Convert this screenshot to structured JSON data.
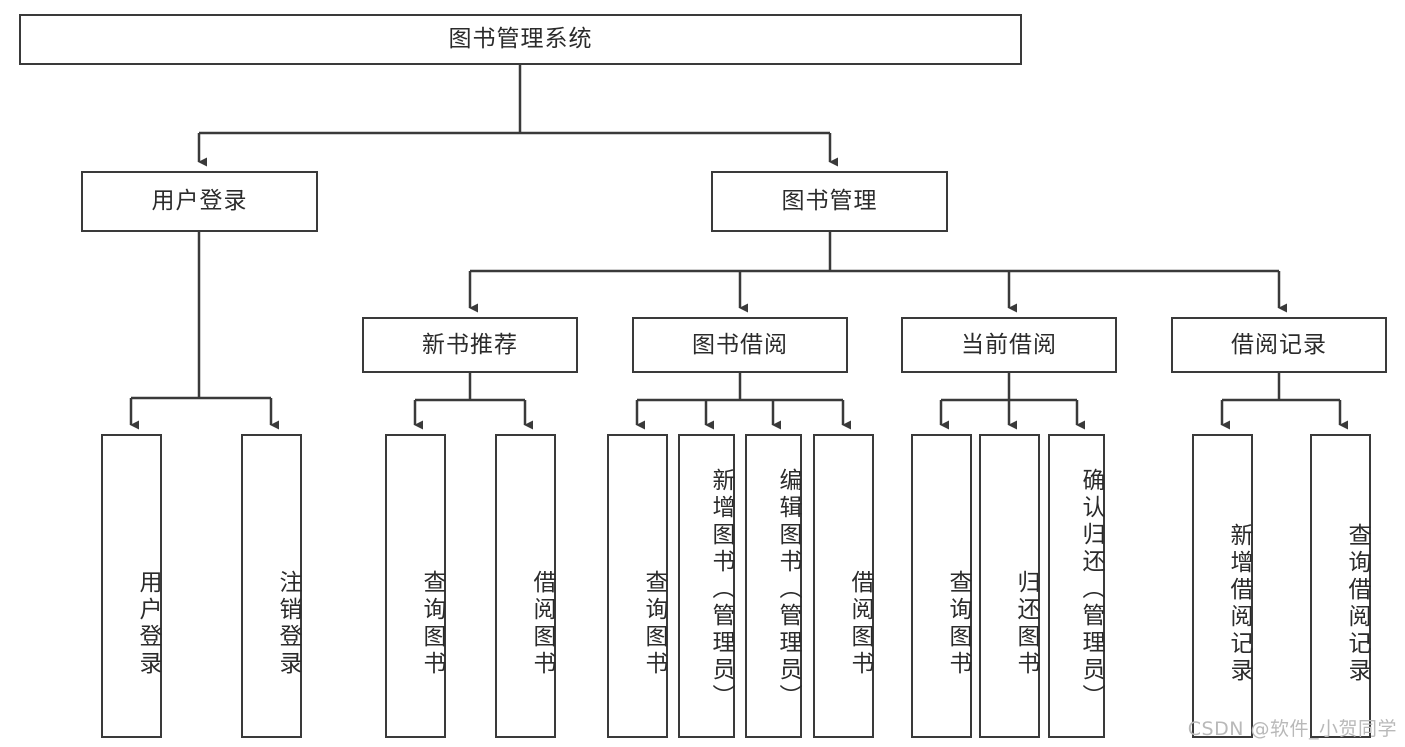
{
  "diagram": {
    "title": "图书管理系统",
    "root": {
      "label": "图书管理系统"
    },
    "level1": [
      {
        "label": "用户登录"
      },
      {
        "label": "图书管理"
      }
    ],
    "level2": [
      {
        "label": "新书推荐"
      },
      {
        "label": "图书借阅"
      },
      {
        "label": "当前借阅"
      },
      {
        "label": "借阅记录"
      }
    ],
    "leaves": [
      {
        "label": "用户登录"
      },
      {
        "label": "注销登录"
      },
      {
        "label": "查询图书"
      },
      {
        "label": "借阅图书"
      },
      {
        "label": "查询图书"
      },
      {
        "label": "新增图书（管理员）"
      },
      {
        "label": "编辑图书（管理员）"
      },
      {
        "label": "借阅图书"
      },
      {
        "label": "查询图书"
      },
      {
        "label": "归还图书"
      },
      {
        "label": "确认归还（管理员）"
      },
      {
        "label": "新增借阅记录"
      },
      {
        "label": "查询借阅记录"
      }
    ]
  },
  "watermark": {
    "text": "CSDN @软件_小贺同学"
  },
  "colors": {
    "box_border": "#3a3a3a",
    "connector": "#3a3a3a",
    "text": "#2b2b2b",
    "background": "#ffffff",
    "watermark": "#b9b9b9"
  }
}
